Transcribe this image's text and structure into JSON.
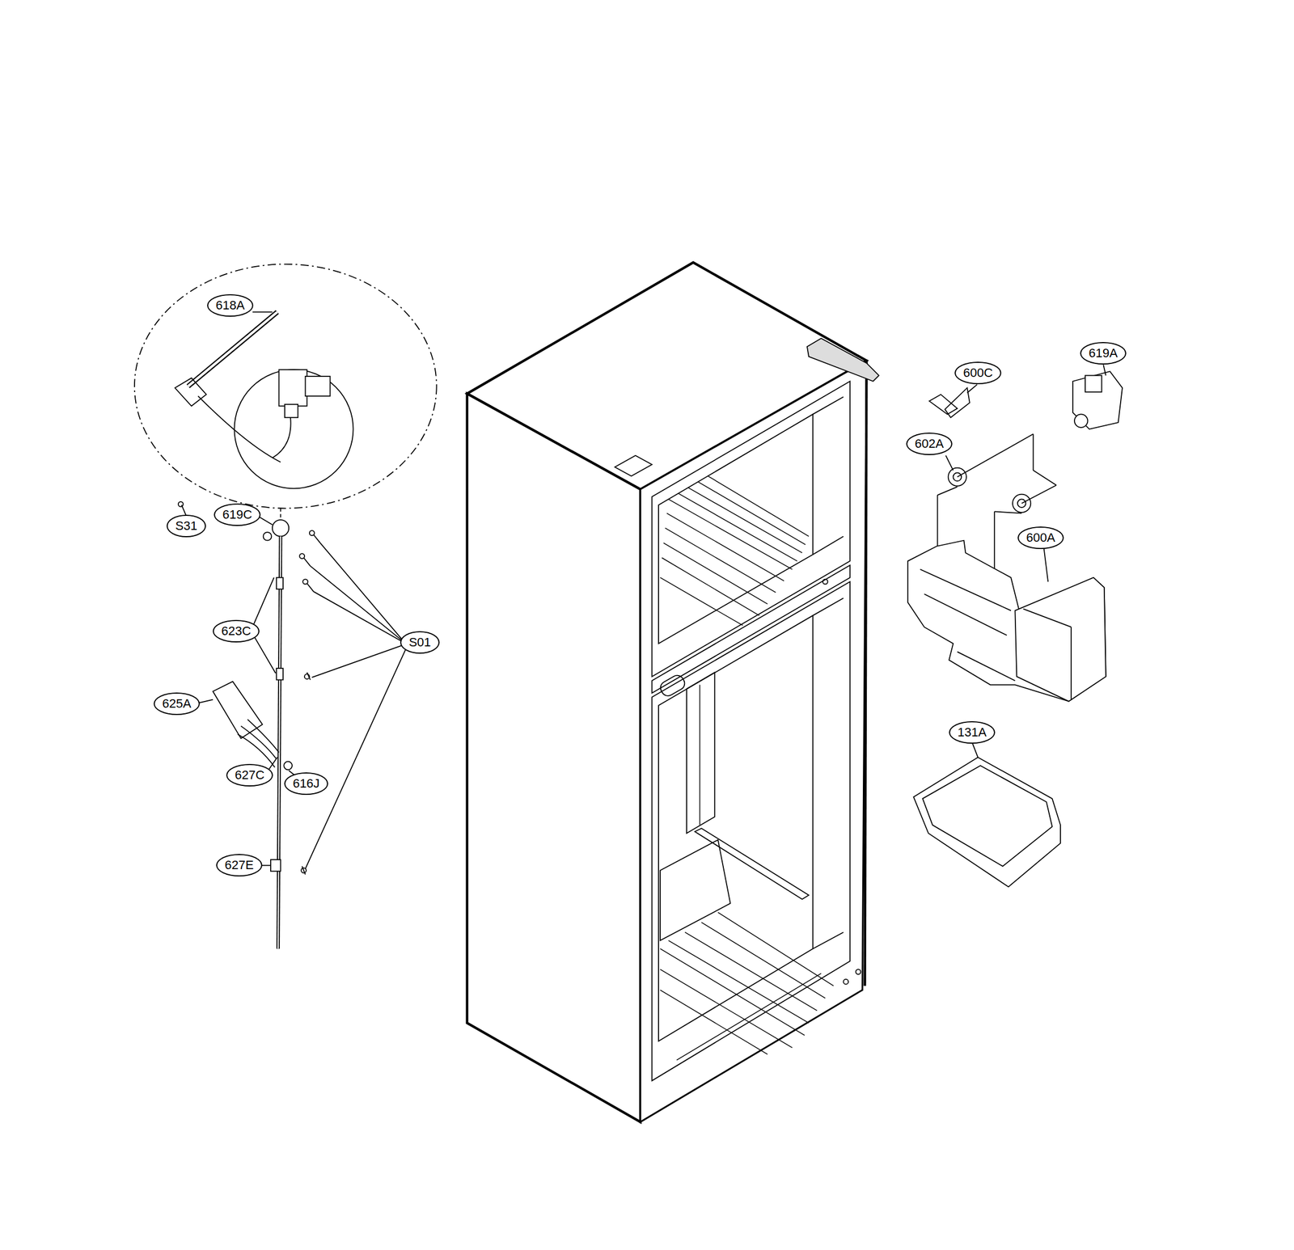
{
  "diagram": {
    "nodes": [
      {
        "text": [
          "618A"
        ]
      },
      {
        "text": [
          "619A"
        ]
      },
      {
        "text": [
          "600C"
        ]
      },
      {
        "text": [
          "602A"
        ]
      },
      {
        "text": [
          "619C"
        ]
      },
      {
        "text": [
          "S31"
        ]
      },
      {
        "text": [
          "600A"
        ]
      },
      {
        "text": [
          "623C"
        ]
      },
      {
        "text": [
          "S01"
        ]
      },
      {
        "text": [
          "625A"
        ]
      },
      {
        "text": [
          "131A"
        ]
      },
      {
        "text": [
          "627C"
        ]
      },
      {
        "text": [
          "616J"
        ]
      },
      {
        "text": [
          "627E"
        ]
      }
    ]
  }
}
